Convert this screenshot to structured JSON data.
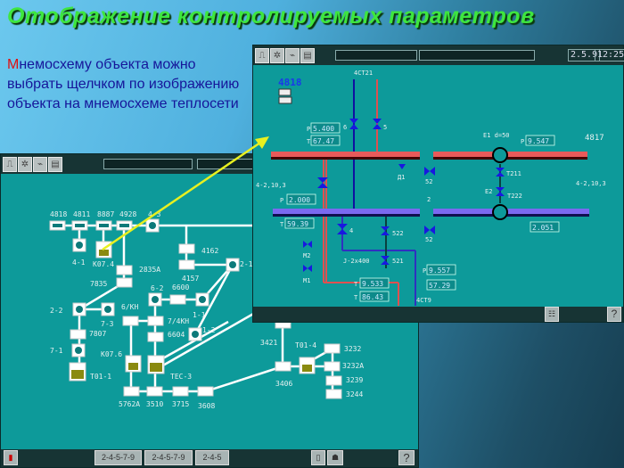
{
  "slide": {
    "title": "Отображение контролируемых параметров",
    "desc_first": "М",
    "desc_rest": "немосхему объекта можно выбрать щелчком по изображению объекта на мнемосхеме теплосети"
  },
  "network": {
    "labels": {
      "n4818": "4818",
      "n4811": "4811",
      "n8887": "8887",
      "n4928": "4928",
      "n43": "4-3",
      "n41": "4-1",
      "k074": "K07.4",
      "n2835a": "2835A",
      "n7835": "7835",
      "n4162": "4162",
      "n4157": "4157",
      "n21": "2-1",
      "n62": "6-2",
      "n6600": "6600",
      "n22": "2-2",
      "n73": "7-3",
      "n6kh": "6/KH",
      "n7kh": "7/4KH",
      "n7807": "7807",
      "n6604": "6604",
      "n12": "1-2",
      "n11": "1-1",
      "n71": "7-1",
      "k076": "K07.6",
      "t01": "T01-1",
      "tec3": "TEC-3",
      "n5762": "5762A",
      "n3510": "3510",
      "n3715": "3715",
      "n3608": "3608",
      "n3421": "3421",
      "t014": "T01-4",
      "n3406": "3406",
      "n3232": "3232",
      "n3232a": "3232A",
      "n3239": "3239",
      "n3244": "3244"
    },
    "bottom_buttons": [
      "2-4-5-7-9",
      "2-4-5-7-9",
      "2-4-5"
    ]
  },
  "detail": {
    "clock1": "2.5.9",
    "clock2": "12:25",
    "node_id": "4818",
    "top_label": "4СТ21",
    "side_label": "4-2,10,3",
    "node_right": "4817",
    "p1": "5.400",
    "t1": "67.47",
    "p2": "9.547",
    "p3": "2.000",
    "t3": "59.39",
    "p4": "2.051",
    "p5": "9.557",
    "t5": "57.29",
    "p6": "9.533",
    "t6": "86.43",
    "lbl_e1": "E1 d=50",
    "lbl_e2": "E2",
    "lbl_t211": "T211",
    "lbl_t222": "T222",
    "lbl_d1": "Д1",
    "lbl_52": "52",
    "lbl_522": "522",
    "lbl_521": "521",
    "lbl_4": "4",
    "lbl_5": "5",
    "lbl_6": "6",
    "lbl_p": "P",
    "lbl_t": "T",
    "lbl_pipe": "J-2x400",
    "lbl_bottom": "4СТ9",
    "lbl_m1": "M1",
    "lbl_m2": "M2",
    "lbl_2": "2",
    "help": "?"
  }
}
